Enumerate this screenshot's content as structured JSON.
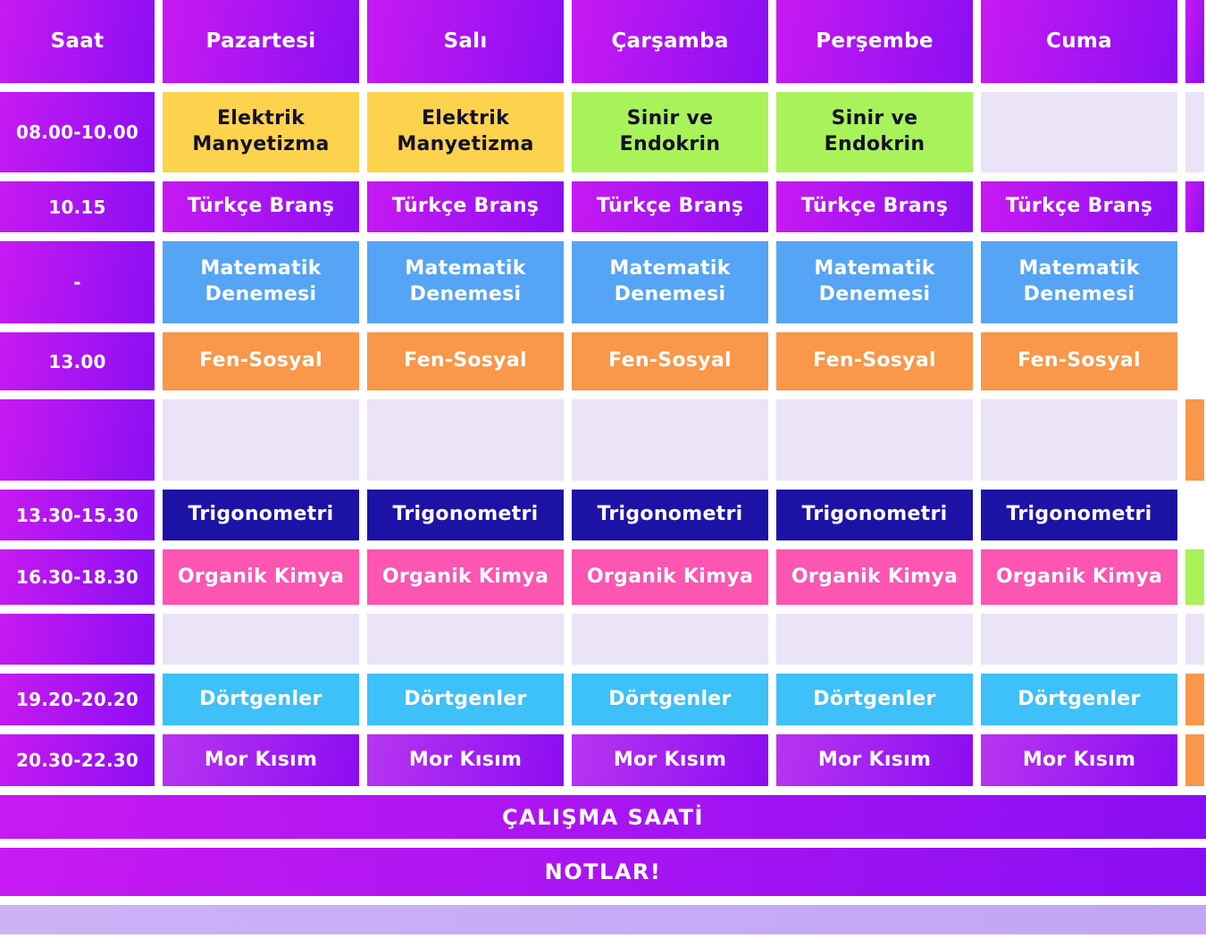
{
  "palette": {
    "purple_gradient_start": "#c81af2",
    "purple_gradient_end": "#8a0ef3",
    "mor_gradient_start": "#b835f1",
    "mor_gradient_end": "#8c0cf2",
    "yellow": "#fdd34e",
    "green": "#a9f25a",
    "blue": "#56a4f5",
    "orange": "#f9974a",
    "lavender": "#ebe3f7",
    "navy": "#1c12a5",
    "pink": "#fc55b2",
    "skyblue": "#3ec0f8",
    "footer_bar_start": "#cdb2f7",
    "footer_bar_end": "#c3a4f5",
    "dark_text": "#15102e"
  },
  "schedule": {
    "columns": [
      "Saat",
      "Pazartesi",
      "Salı",
      "Çarşamba",
      "Perşembe",
      "Cuma"
    ],
    "rows": [
      {
        "time": "08.00-10.00",
        "cells": [
          {
            "text": "Elektrik\nManyetizma",
            "color": "yellow"
          },
          {
            "text": "Elektrik\nManyetizma",
            "color": "yellow"
          },
          {
            "text": "Sinir ve\nEndokrin",
            "color": "green"
          },
          {
            "text": "Sinir ve\nEndokrin",
            "color": "green"
          },
          {
            "text": "",
            "color": "lavender"
          }
        ],
        "sliver": "lavender"
      },
      {
        "time": "10.15",
        "cells": [
          {
            "text": "Türkçe Branş",
            "color": "purple"
          },
          {
            "text": "Türkçe Branş",
            "color": "purple"
          },
          {
            "text": "Türkçe Branş",
            "color": "purple"
          },
          {
            "text": "Türkçe Branş",
            "color": "purple"
          },
          {
            "text": "Türkçe Branş",
            "color": "purple"
          }
        ],
        "sliver": "purple"
      },
      {
        "time": "-",
        "cells": [
          {
            "text": "Matematik\nDenemesi",
            "color": "blue"
          },
          {
            "text": "Matematik\nDenemesi",
            "color": "blue"
          },
          {
            "text": "Matematik\nDenemesi",
            "color": "blue"
          },
          {
            "text": "Matematik\nDenemesi",
            "color": "blue"
          },
          {
            "text": "Matematik\nDenemesi",
            "color": "blue"
          }
        ],
        "sliver": "none"
      },
      {
        "time": "13.00",
        "cells": [
          {
            "text": "Fen-Sosyal",
            "color": "orange"
          },
          {
            "text": "Fen-Sosyal",
            "color": "orange"
          },
          {
            "text": "Fen-Sosyal",
            "color": "orange"
          },
          {
            "text": "Fen-Sosyal",
            "color": "orange"
          },
          {
            "text": "Fen-Sosyal",
            "color": "orange"
          }
        ],
        "sliver": "none"
      },
      {
        "time": "",
        "cells": [
          {
            "text": "",
            "color": "lavender"
          },
          {
            "text": "",
            "color": "lavender"
          },
          {
            "text": "",
            "color": "lavender"
          },
          {
            "text": "",
            "color": "lavender"
          },
          {
            "text": "",
            "color": "lavender"
          }
        ],
        "sliver": "orange"
      },
      {
        "time": "13.30-15.30",
        "cells": [
          {
            "text": "Trigonometri",
            "color": "navy"
          },
          {
            "text": "Trigonometri",
            "color": "navy"
          },
          {
            "text": "Trigonometri",
            "color": "navy"
          },
          {
            "text": "Trigonometri",
            "color": "navy"
          },
          {
            "text": "Trigonometri",
            "color": "navy"
          }
        ],
        "sliver": "none"
      },
      {
        "time": "16.30-18.30",
        "cells": [
          {
            "text": "Organik Kimya",
            "color": "pink"
          },
          {
            "text": "Organik Kimya",
            "color": "pink"
          },
          {
            "text": "Organik Kimya",
            "color": "pink"
          },
          {
            "text": "Organik Kimya",
            "color": "pink"
          },
          {
            "text": "Organik Kimya",
            "color": "pink"
          }
        ],
        "sliver": "green"
      },
      {
        "time": "",
        "cells": [
          {
            "text": "",
            "color": "lavender"
          },
          {
            "text": "",
            "color": "lavender"
          },
          {
            "text": "",
            "color": "lavender"
          },
          {
            "text": "",
            "color": "lavender"
          },
          {
            "text": "",
            "color": "lavender"
          }
        ],
        "sliver": "lavender"
      },
      {
        "time": "19.20-20.20",
        "cells": [
          {
            "text": "Dörtgenler",
            "color": "skyblue"
          },
          {
            "text": "Dörtgenler",
            "color": "skyblue"
          },
          {
            "text": "Dörtgenler",
            "color": "skyblue"
          },
          {
            "text": "Dörtgenler",
            "color": "skyblue"
          },
          {
            "text": "Dörtgenler",
            "color": "skyblue"
          }
        ],
        "sliver": "orange"
      },
      {
        "time": "20.30-22.30",
        "cells": [
          {
            "text": "Mor Kısım",
            "color": "mor"
          },
          {
            "text": "Mor Kısım",
            "color": "mor"
          },
          {
            "text": "Mor Kısım",
            "color": "mor"
          },
          {
            "text": "Mor Kısım",
            "color": "mor"
          },
          {
            "text": "Mor Kısım",
            "color": "mor"
          }
        ],
        "sliver": "orange"
      }
    ]
  },
  "banners": {
    "study_hours": "ÇALIŞMA SAATİ",
    "notes": "NOTLAR!"
  }
}
